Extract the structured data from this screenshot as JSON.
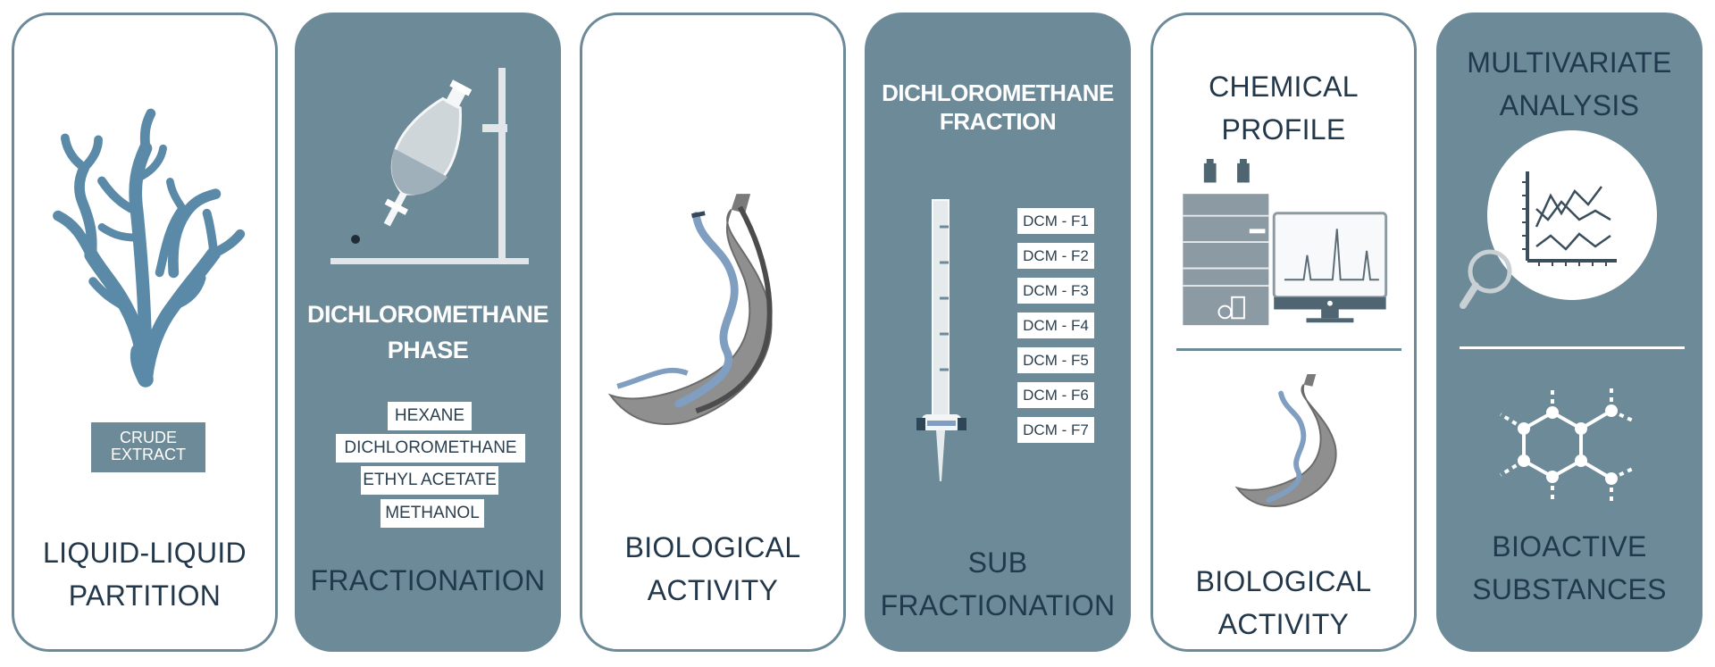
{
  "panels": {
    "liquid_partition": {
      "caption_line1": "LIQUID-LIQUID",
      "caption_line2": "PARTITION",
      "crude_line1": "CRUDE",
      "crude_line2": "EXTRACT"
    },
    "fractionation": {
      "heading_line1": "DICHLOROMETHANE",
      "heading_line2": "PHASE",
      "solvents": [
        "HEXANE",
        "DICHLOROMETHANE",
        "ETHYL ACETATE",
        "METHANOL"
      ],
      "caption": "FRACTIONATION"
    },
    "biological_activity_1": {
      "caption_line1": "BIOLOGICAL",
      "caption_line2": "ACTIVITY"
    },
    "sub_fractionation": {
      "heading_line1": "DICHLOROMETHANE",
      "heading_line2": "FRACTION",
      "fractions": [
        "DCM - F1",
        "DCM - F2",
        "DCM - F3",
        "DCM - F4",
        "DCM - F5",
        "DCM - F6",
        "DCM - F7"
      ],
      "caption_line1": "SUB",
      "caption_line2": "FRACTIONATION"
    },
    "chemical_profile": {
      "heading_line1": "CHEMICAL",
      "heading_line2": "PROFILE",
      "caption_line1": "BIOLOGICAL",
      "caption_line2": "ACTIVITY"
    },
    "multivariate": {
      "heading_line1": "MULTIVARIATE",
      "heading_line2": "ANALYSIS",
      "caption_line1": "BIOACTIVE",
      "caption_line2": "SUBSTANCES"
    }
  },
  "icons": [
    "coral-icon",
    "separatory-funnel-icon",
    "schistosoma-worm-icon",
    "burette-column-icon",
    "hplc-instrument-icon",
    "chromatogram-monitor-icon",
    "magnifier-chart-icon",
    "molecule-structure-icon"
  ],
  "colors": {
    "panel_dark": "#6d8a99",
    "text_dark": "#22384a",
    "coral": "#5a8aa8",
    "worm_gray": "#8f8f8f",
    "worm_blue": "#7f9ec0"
  }
}
